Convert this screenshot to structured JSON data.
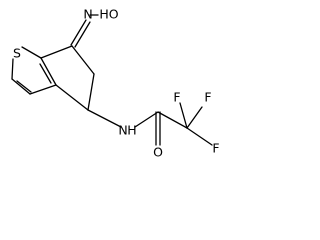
{
  "molecule": {
    "atoms": {
      "S": "S",
      "HO": "HO",
      "N_oxime": "N",
      "N_amide": "N",
      "H_amide": "H",
      "O": "O",
      "F1": "F",
      "F2": "F",
      "F3": "F"
    }
  }
}
